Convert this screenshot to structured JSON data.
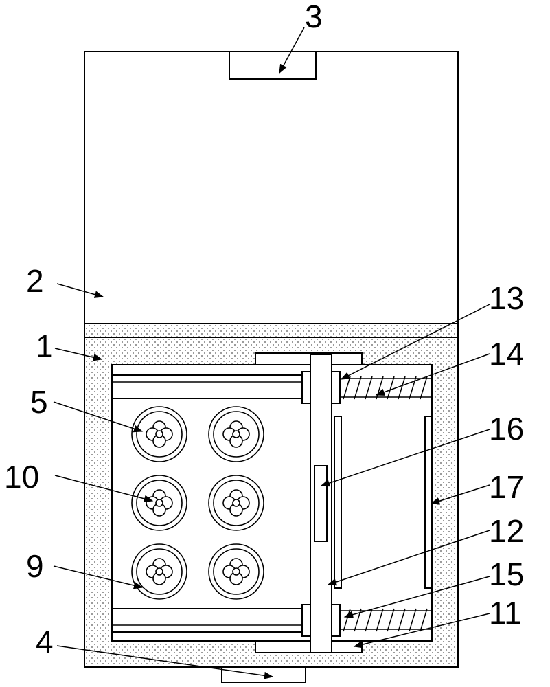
{
  "labels": {
    "l1": "1",
    "l2": "2",
    "l3": "3",
    "l4": "4",
    "l5": "5",
    "l9": "9",
    "l10": "10",
    "l11": "11",
    "l12": "12",
    "l13": "13",
    "l14": "14",
    "l15": "15",
    "l16": "16",
    "l17": "17"
  },
  "colors": {
    "line": "#000000",
    "background": "#ffffff",
    "stipple": "#555555"
  }
}
